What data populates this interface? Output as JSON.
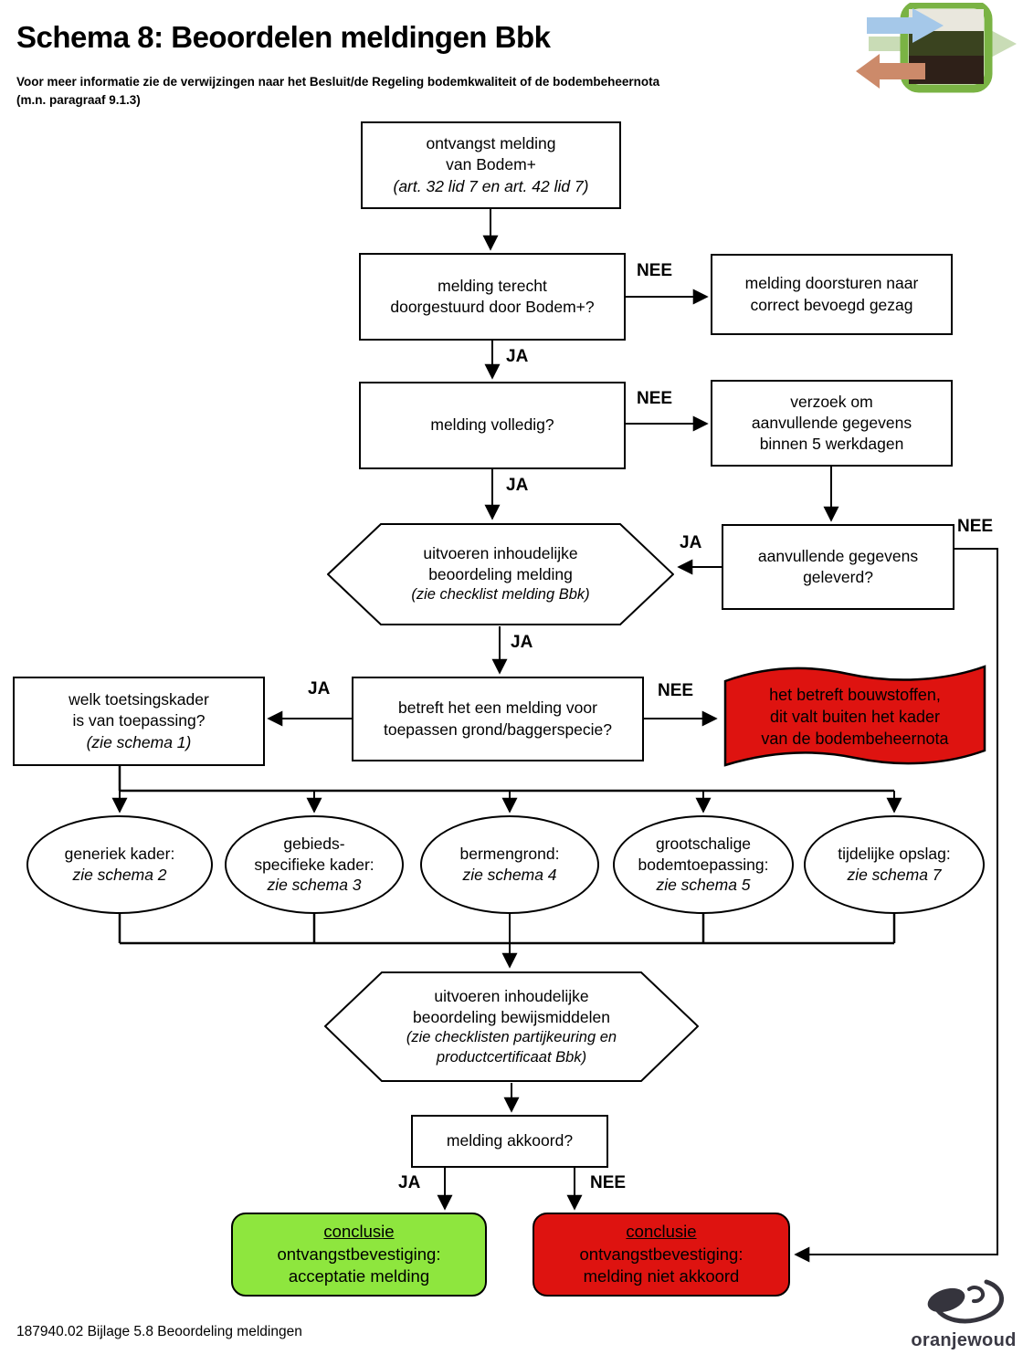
{
  "page": {
    "title": "Schema 8: Beoordelen meldingen Bbk",
    "subtitle": "Voor meer informatie zie de verwijzingen naar het Besluit/de Regeling bodemkwaliteit of de bodembeheernota (m.n. paragraaf 9.1.3)",
    "footer": "187940.02 Bijlage 5.8 Beoordeling meldingen"
  },
  "labels": {
    "ja": "JA",
    "nee": "NEE"
  },
  "colors": {
    "alert_red": "#de1310",
    "ok_green": "#8ee63e",
    "line_black": "#000000",
    "logo_blue_arrow": "#a5c8e9",
    "logo_green_arrow": "#c9dcb6",
    "logo_frame_green": "#7ab344",
    "logo_orange_arrow": "#cc8a6a",
    "brand_dark": "#3a3944"
  },
  "icons": {
    "top_logo": "soil-arrows-logo",
    "brand_logo": "oranjewoud-swirl-icon"
  },
  "nodes": {
    "ontvangst": {
      "line1": "ontvangst melding",
      "line2": "van Bodem+",
      "note": "(art. 32 lid 7 en art. 42 lid 7)"
    },
    "terecht": {
      "line1": "melding terecht",
      "line2": "doorgestuurd door Bodem+?"
    },
    "doorsturen": {
      "line1": "melding doorsturen naar",
      "line2": "correct bevoegd gezag"
    },
    "volledig": {
      "line1": "melding volledig?"
    },
    "verzoek": {
      "line1": "verzoek om",
      "line2": "aanvullende gegevens",
      "line3": "binnen 5 werkdagen"
    },
    "beoordeling_melding": {
      "line1": "uitvoeren inhoudelijke",
      "line2": "beoordeling melding",
      "note": "(zie checklist melding Bbk)"
    },
    "geleverd": {
      "line1": "aanvullende gegevens",
      "line2": "geleverd?"
    },
    "betreft": {
      "line1": "betreft het een melding voor",
      "line2": "toepassen grond/baggerspecie?"
    },
    "toetsingskader": {
      "line1": "welk toetsingskader",
      "line2": "is van toepassing?",
      "note": "(zie schema 1)"
    },
    "bouwstoffen": {
      "line1": "het betreft bouwstoffen,",
      "line2": "dit valt buiten het kader",
      "line3": "van de bodembeheernota"
    },
    "generiek": {
      "line1": "generiek kader:",
      "note": "zie schema 2"
    },
    "gebiedsspecifiek": {
      "line1": "gebieds-",
      "line2": "specifieke kader:",
      "note": "zie schema 3"
    },
    "bermengrond": {
      "line1": "bermengrond:",
      "note": "zie schema 4"
    },
    "grootschalig": {
      "line1": "grootschalige",
      "line2": "bodemtoepassing:",
      "note": "zie schema 5"
    },
    "tijdelijk": {
      "line1": "tijdelijke opslag:",
      "note": "zie schema 7"
    },
    "beoordeling_bewijs": {
      "line1": "uitvoeren inhoudelijke",
      "line2": "beoordeling bewijsmiddelen",
      "note1": "(zie checklisten partijkeuring en",
      "note2": "productcertificaat Bbk)"
    },
    "akkoord": {
      "line1": "melding akkoord?"
    },
    "conclusie_ok": {
      "head": "conclusie",
      "line1": "ontvangstbevestiging:",
      "line2": "acceptatie melding"
    },
    "conclusie_niet": {
      "head": "conclusie",
      "line1": "ontvangstbevestiging:",
      "line2": "melding niet akkoord"
    }
  },
  "brand": {
    "name": "oranjewoud"
  }
}
